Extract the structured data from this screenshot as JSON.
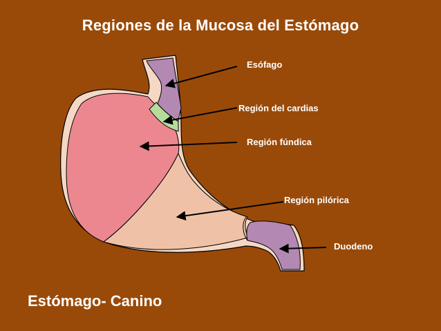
{
  "title": "Regiones de la Mucosa del Estómago",
  "caption": "Estómago- Canino",
  "labels": {
    "esofago": "Esófago",
    "cardias": "Región del cardias",
    "fundica": "Región fúndica",
    "pilorica": "Región pilórica",
    "duodeno": "Duodeno"
  },
  "colors": {
    "background": "#9a4a08",
    "esofago": "#b389b3",
    "cardias": "#b5dc9c",
    "fundica": "#ec8790",
    "pilorica": "#efc2a8",
    "duodeno": "#b389b3"
  }
}
